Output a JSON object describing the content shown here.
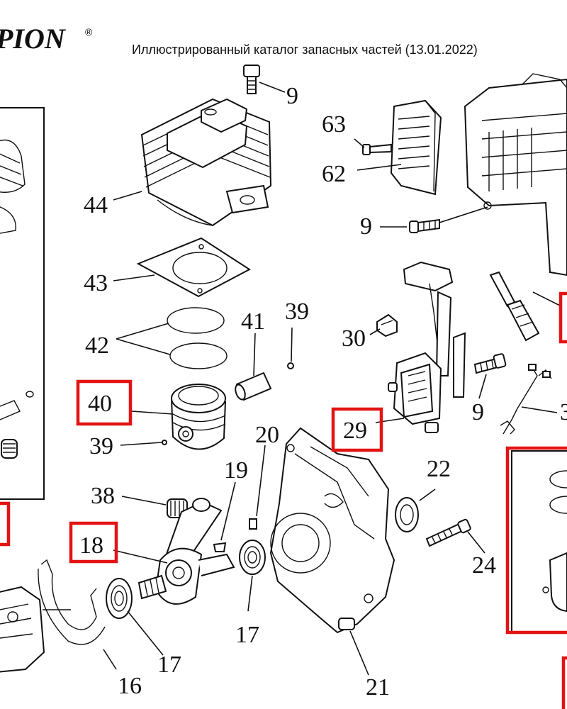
{
  "header": {
    "brand": "PION",
    "brand_mark": "®",
    "title": "Иллюстрированный каталог запасных частей (13.01.2022)"
  },
  "callouts": {
    "n9_bolt_top": "9",
    "n63": "63",
    "n62": "62",
    "n44": "44",
    "n9_screw": "9",
    "n43": "43",
    "n41": "41",
    "n39_top": "39",
    "n30": "30",
    "n42": "42",
    "n40": "40",
    "n9_ignition": "9",
    "n29": "29",
    "n3_partial": "3",
    "n39_pin": "39",
    "n20": "20",
    "n19": "19",
    "n22": "22",
    "n38": "38",
    "n18": "18",
    "n24": "24",
    "n17_left": "17",
    "n17_mid": "17",
    "n16": "16",
    "n21": "21"
  },
  "highlight_color": "#e31313"
}
